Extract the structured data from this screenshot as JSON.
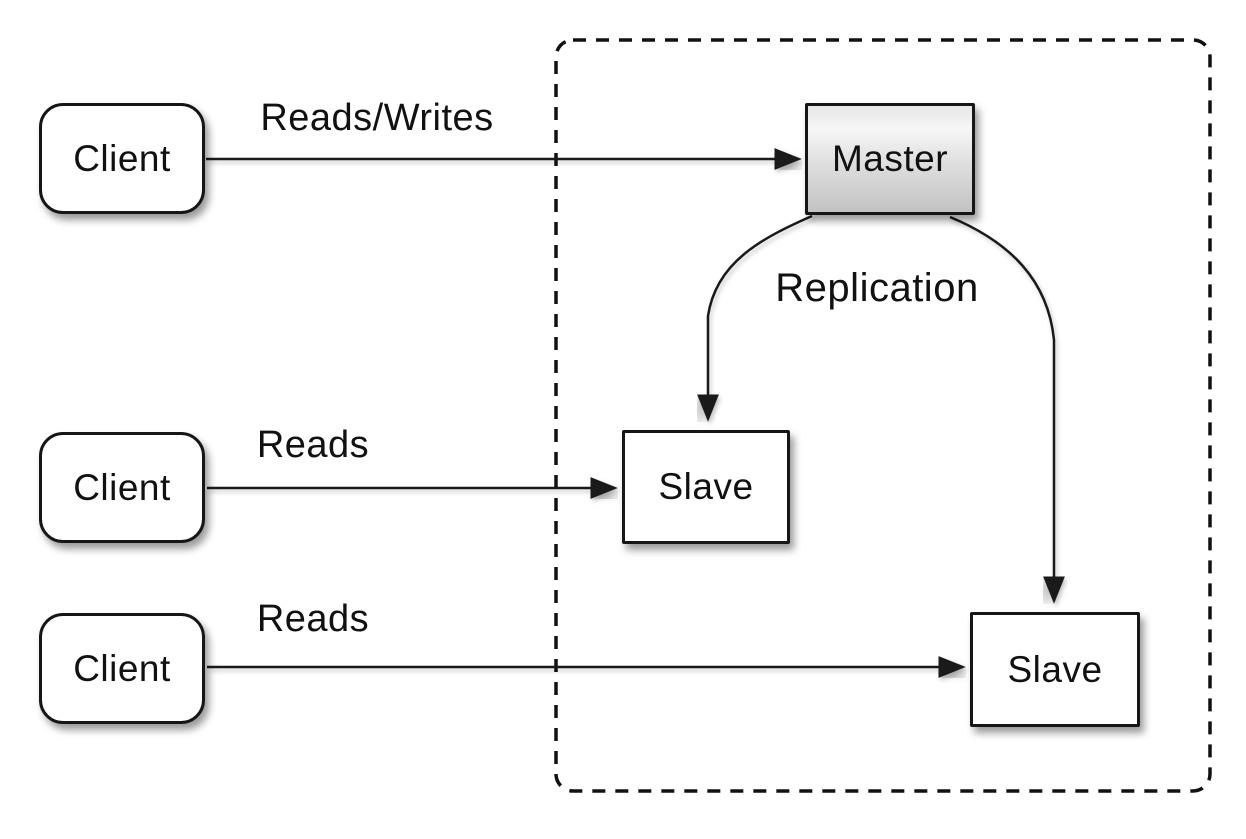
{
  "diagram": {
    "clients": [
      {
        "label": "Client"
      },
      {
        "label": "Client"
      },
      {
        "label": "Client"
      }
    ],
    "master": {
      "label": "Master"
    },
    "slaves": [
      {
        "label": "Slave"
      },
      {
        "label": "Slave"
      }
    ],
    "edge_labels": {
      "top": "Reads/Writes",
      "middle": "Reads",
      "bottom": "Reads",
      "replication": "Replication"
    },
    "colors": {
      "background": "#ffffff",
      "node_fill": "#ffffff",
      "node_border": "#161616",
      "edge_stroke": "#1a1a1a",
      "master_gradient_top": "#e6e6e6",
      "master_gradient_bottom": "#c3c3c3",
      "boundary_stroke": "#111111"
    }
  }
}
